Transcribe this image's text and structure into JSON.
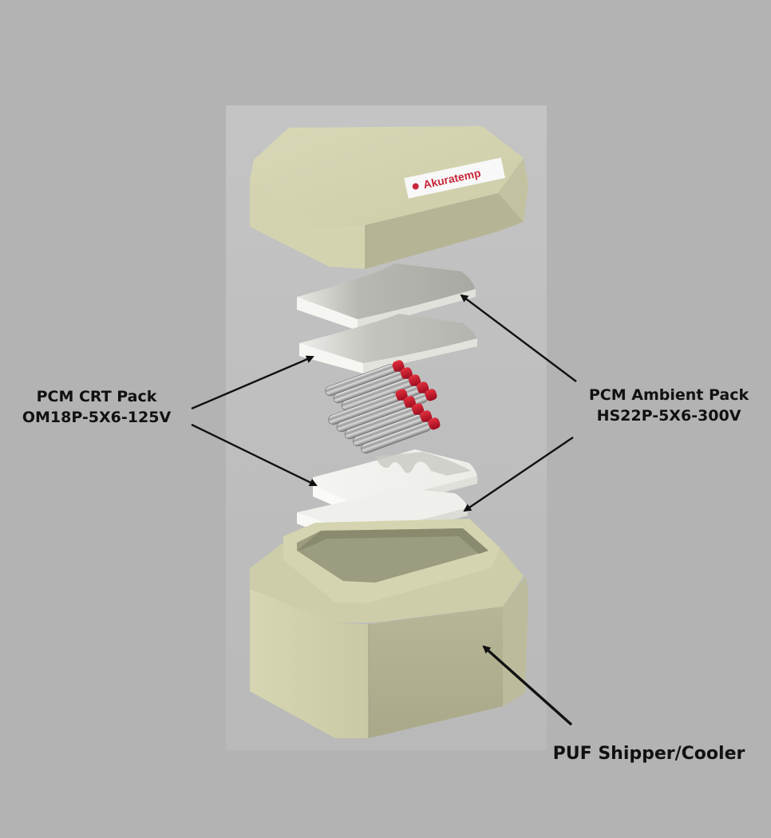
{
  "brand": {
    "logo_text": "Akuratemp",
    "logo_color": "#c8283c"
  },
  "colors": {
    "background": "#b3b3b3",
    "cooler_body": "#cfcfa9",
    "pack_white": "#f2f2ee",
    "vial_cap": "#c8102e",
    "arrow": "#111111"
  },
  "labels": {
    "crt": {
      "line1": "PCM CRT Pack",
      "line2": "OM18P-5X6-125V"
    },
    "ambient": {
      "line1": "PCM Ambient Pack",
      "line2": "HS22P-5X6-300V"
    },
    "puf": {
      "line1": "PUF Shipper/Cooler"
    }
  }
}
